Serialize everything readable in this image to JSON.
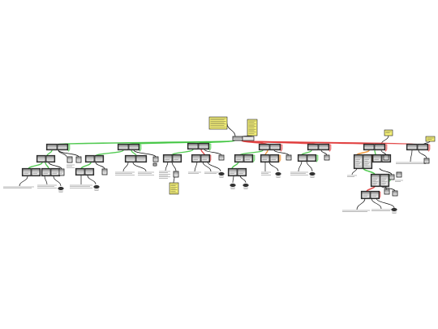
{
  "diagram": {
    "type": "argument-tree",
    "text_legible": false,
    "colors": {
      "support": "#3ec43e",
      "support_fill": "#a6e6a6",
      "oppose": "#e03b3b",
      "oppose_fill": "#f0a0a0",
      "caution": "#f0902a",
      "caution_fill": "#f5c089",
      "card_border": "#1a1a1a",
      "card_fill": "#a9a9a9",
      "card_inner": "#e8e8e8",
      "note_fill": "#f5f078",
      "link": "#111111"
    },
    "node_count": 96,
    "note_count": 7
  }
}
